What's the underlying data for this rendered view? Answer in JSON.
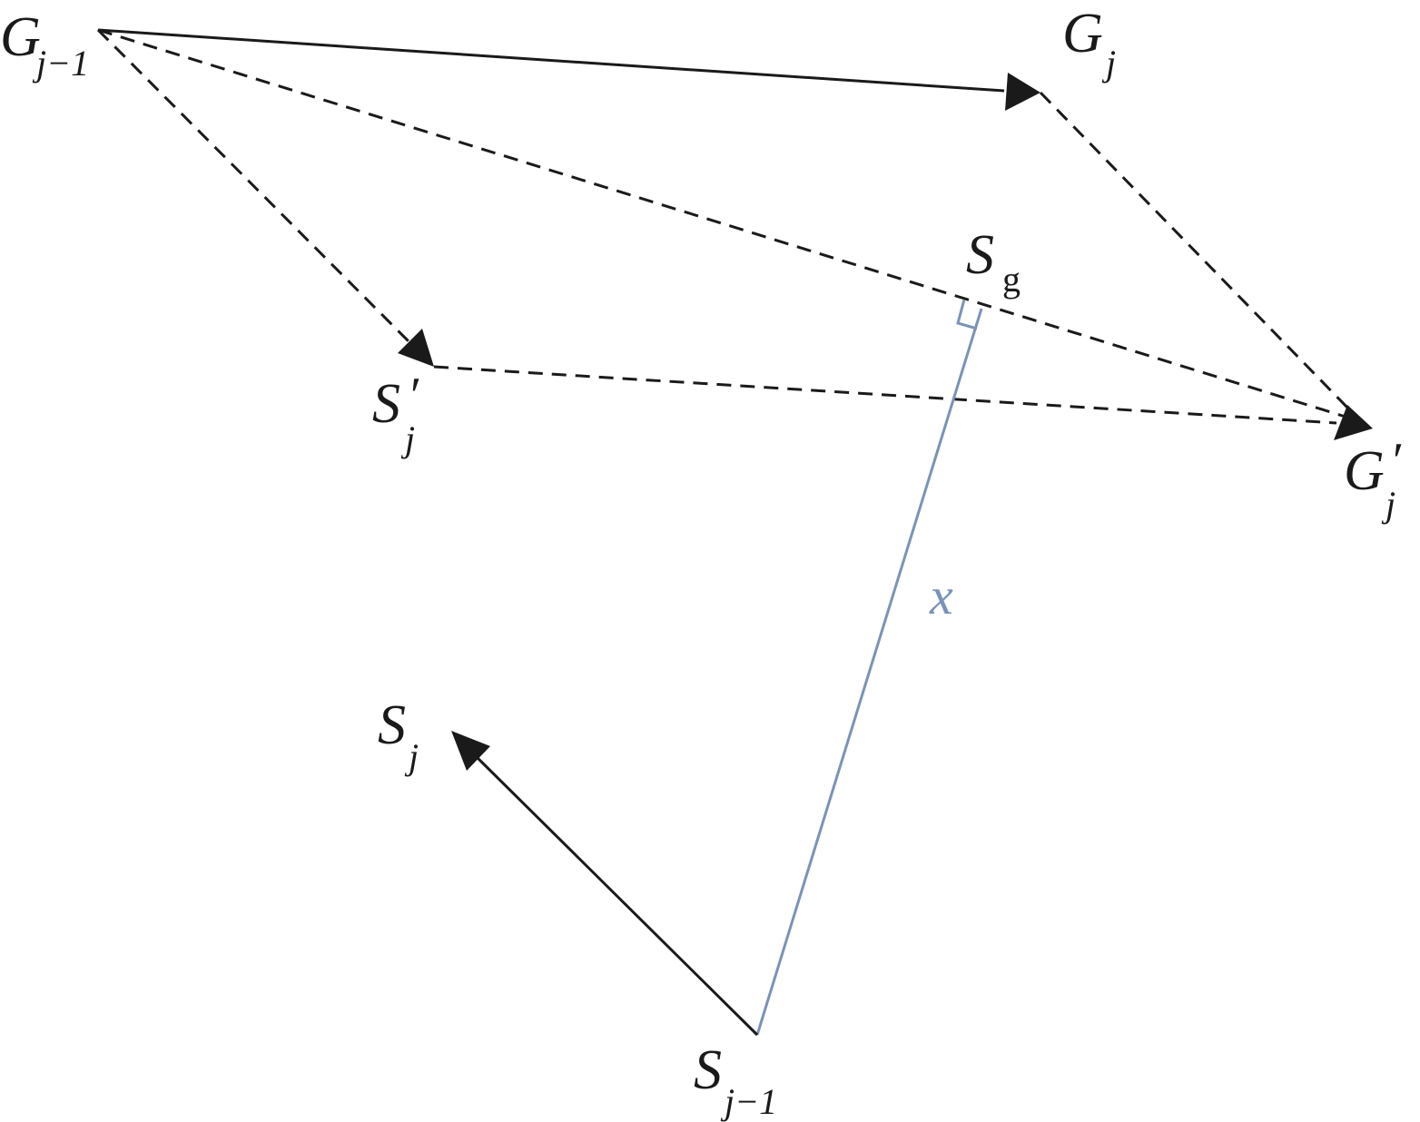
{
  "colors": {
    "ink": "#1a1a1a",
    "perpendicular": "#7a93b8",
    "background": "#ffffff"
  },
  "labels": {
    "g_prev": {
      "main": "G",
      "sub": "j−1"
    },
    "g_j": {
      "main": "G",
      "sub": "j"
    },
    "s_g": {
      "main": "S",
      "sub": "g"
    },
    "s_j_prime": {
      "main": "S",
      "sub": "j",
      "prime": "′"
    },
    "g_j_prime": {
      "main": "G",
      "sub": "j",
      "prime": "′"
    },
    "x": "x",
    "s_j": {
      "main": "S",
      "sub": "j"
    },
    "s_prev": {
      "main": "S",
      "sub": "j−1"
    }
  }
}
